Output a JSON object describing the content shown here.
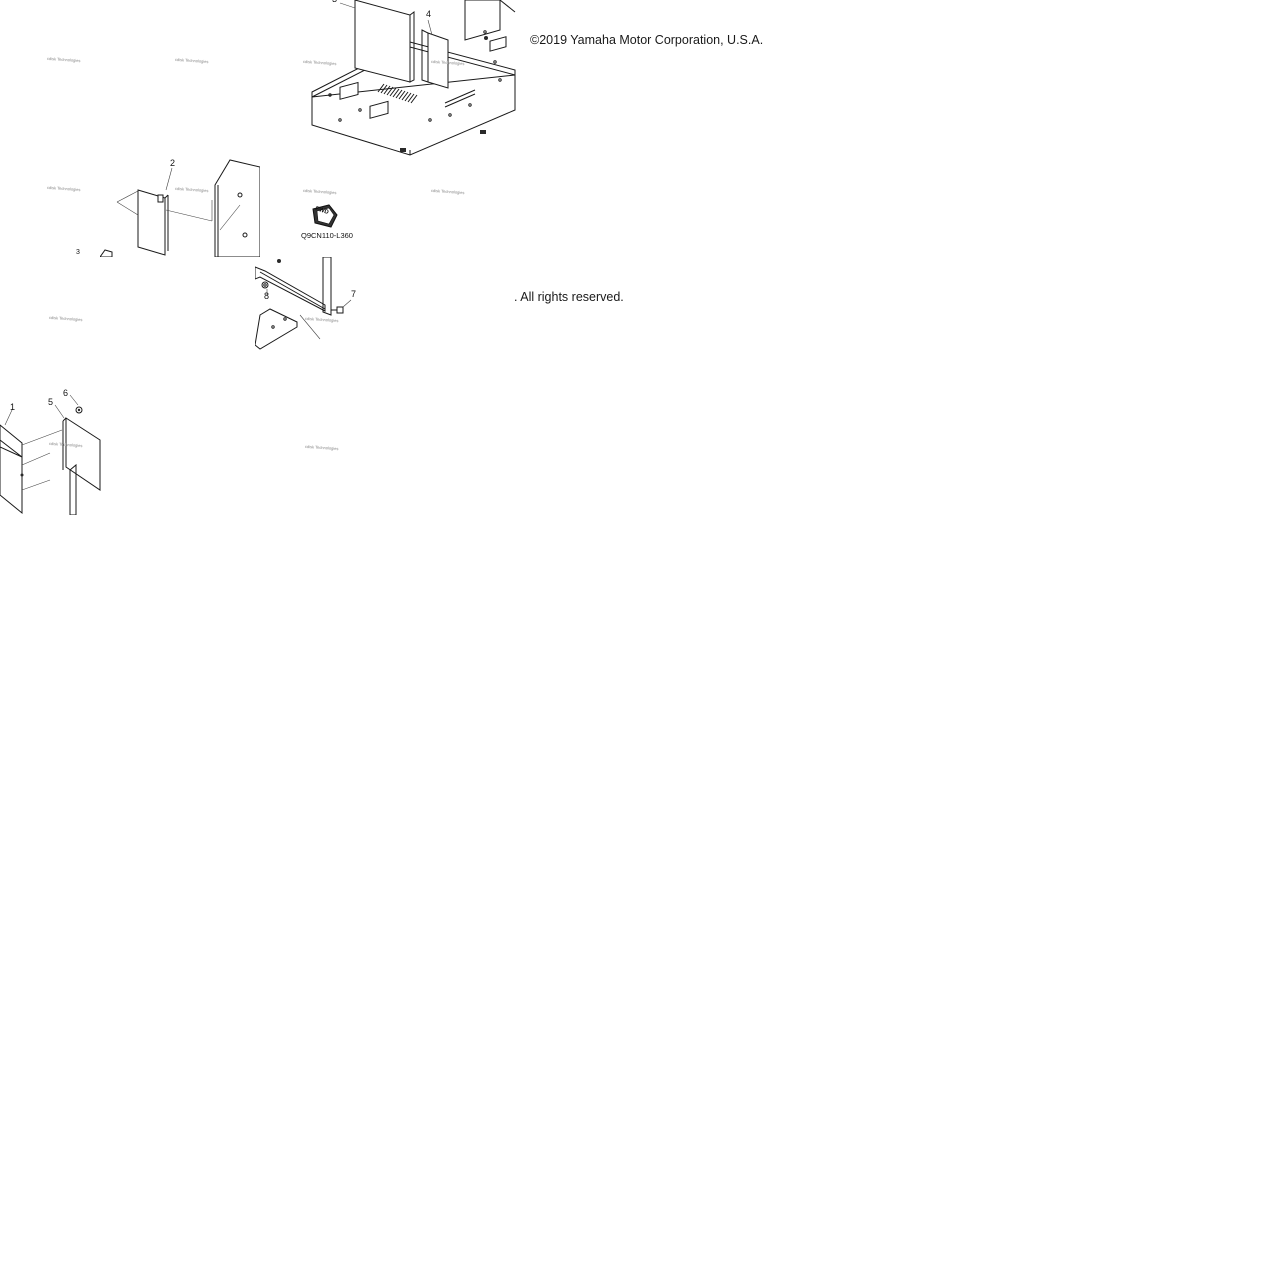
{
  "notices": {
    "copyright": "©2019 Yamaha Motor Corporation, U.S.A.",
    "rights": ". All rights reserved."
  },
  "diagram": {
    "code": "Q9CN110-L360",
    "direction_label": "FWD",
    "callouts": [
      "1",
      "2",
      "3",
      "4",
      "5",
      "6",
      "7",
      "8",
      "3",
      "4"
    ],
    "watermark": "cdisk Technologies"
  }
}
